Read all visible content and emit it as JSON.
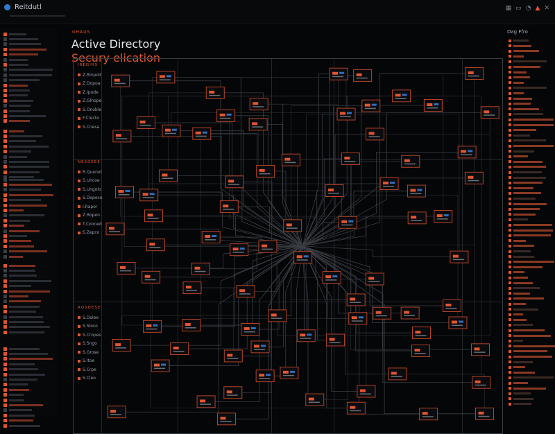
{
  "app": {
    "brand": "Reitdutl",
    "accent": "#e3572f",
    "icons": [
      "grid-icon",
      "window-icon",
      "bell-icon",
      "alert-icon",
      "close-icon"
    ]
  },
  "header": {
    "section_tag": "GHAUS",
    "title": "Active Directory",
    "subtitle": "Secury elication"
  },
  "legend": [
    {
      "heading": "IREGIRS",
      "items": [
        "Z.Rinpoit",
        "Z.Dopoa",
        "Z.Ipode",
        "Z.Glhope",
        "S.Onoble",
        "F.Crecto",
        "S.Cnesa"
      ]
    },
    {
      "heading": "NESOEEE",
      "items": [
        "R.Quenot",
        "S.Uncoe",
        "S.Ungolo",
        "S.Dopece",
        "I.Rapor",
        "Z.Ropen",
        "T.Cooned",
        "S.Zepco"
      ]
    },
    {
      "heading": "ROSDESE",
      "items": [
        "S.Dolee",
        "S.Sloco",
        "S.Cropes",
        "S.Sngo",
        "S.Grose",
        "S.Itoe",
        "S.Crpe",
        "S.Cleo"
      ]
    }
  ],
  "right_panel": {
    "title": "Dag Ffro"
  }
}
